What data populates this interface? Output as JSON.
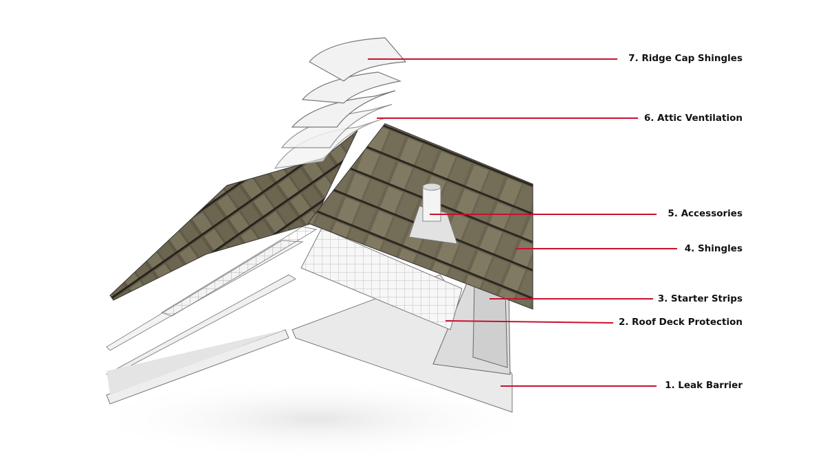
{
  "colors": {
    "leader": "#c8102e",
    "shingle": "#5a5443",
    "deck": "#ececec",
    "text": "#111111"
  },
  "layers": [
    {
      "label": "7. Ridge Cap Shingles"
    },
    {
      "label": "6. Attic Ventilation"
    },
    {
      "label": "5. Accessories"
    },
    {
      "label": "4. Shingles"
    },
    {
      "label": "3. Starter Strips"
    },
    {
      "label": "2. Roof Deck Protection"
    },
    {
      "label": "1. Leak Barrier"
    }
  ]
}
